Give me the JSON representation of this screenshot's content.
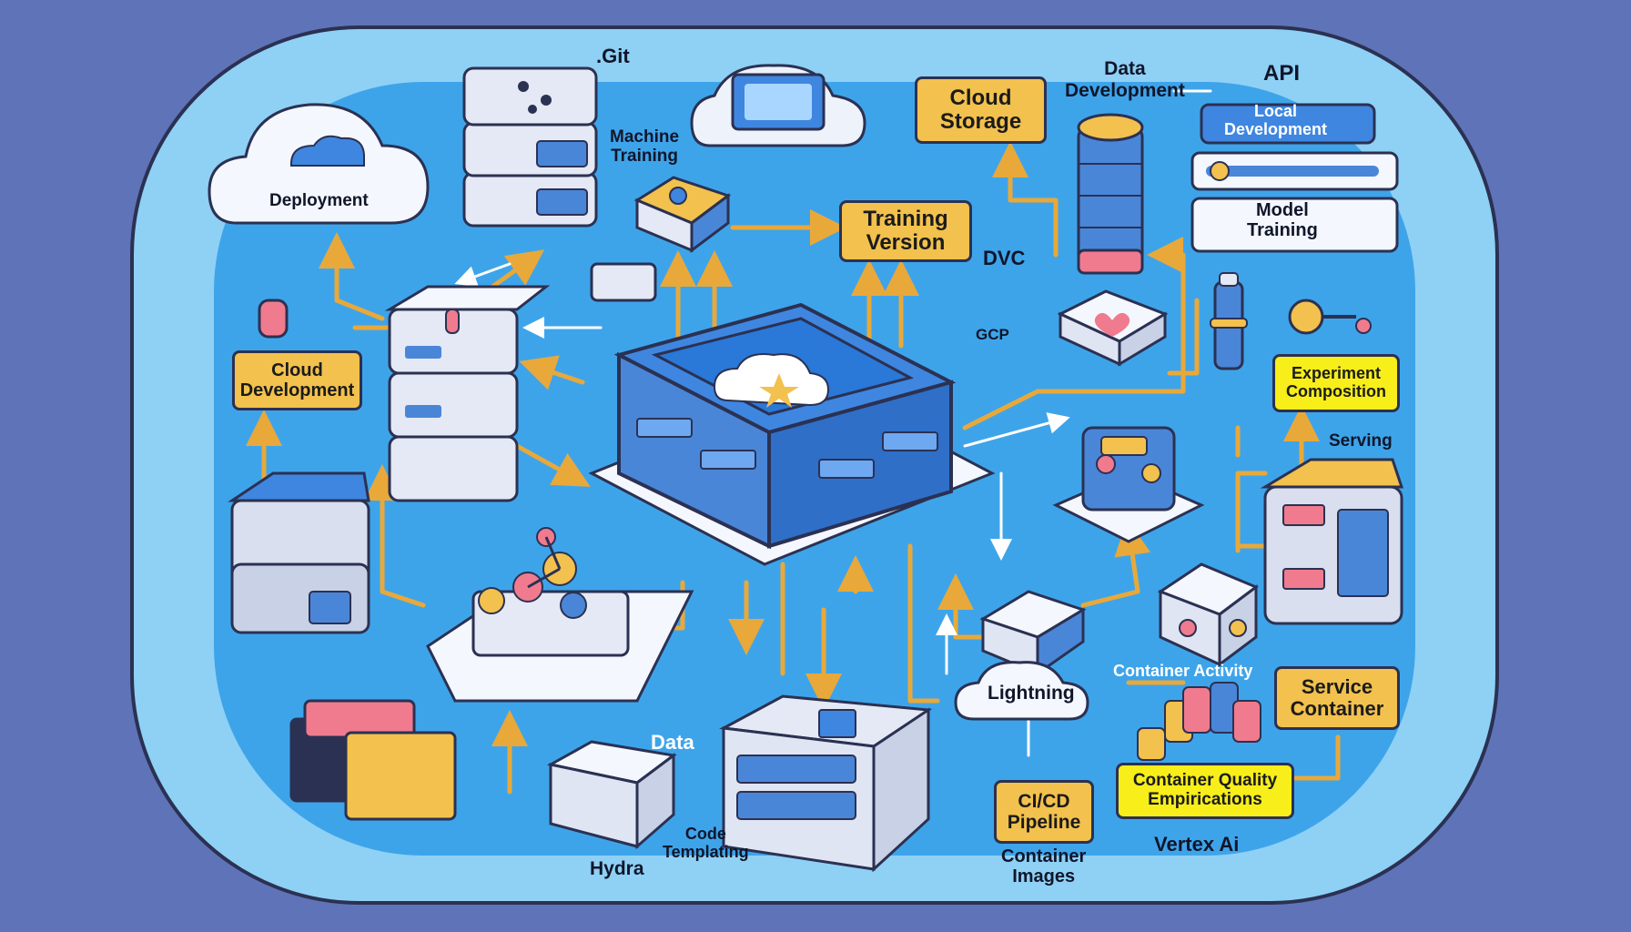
{
  "labels": {
    "git": ".Git",
    "machine_training": "Machine\nTraining",
    "deployment": "Deployment",
    "cloud_storage": "Cloud\nStorage",
    "data_development": "Data\nDevelopment",
    "api": "API",
    "local_development": "Local\nDevelopment",
    "model_training": "Model\nTraining",
    "training_version": "Training\nVersion",
    "dvc": "DVC",
    "gcp": "GCP",
    "cloud_development": "Cloud\nDevelopment",
    "experiment_composition": "Experiment\nComposition",
    "serving": "Serving",
    "lightning": "Lightning",
    "container_activity": "Container Activity",
    "service_container": "Service\nContainer",
    "data": "Data",
    "container_quality": "Container Quality\nEmpirications",
    "cicd_pipeline": "CI/CD\nPipeline",
    "code_templating": "Code\nTemplating",
    "container_images": "Container\nImages",
    "hydra": "Hydra",
    "vertex_ai": "Vertex Ai"
  },
  "colors": {
    "page_bg": "#5f73b8",
    "panel_bg": "#8fd0f5",
    "inner_bg": "#3ea4ea",
    "amber_box": "#f2c14e",
    "yellow_box": "#f7ee1a",
    "arrow": "#e8a93a",
    "outline": "#2b3152",
    "server_light": "#e6ebf6",
    "server_blue": "#4a86d8"
  }
}
